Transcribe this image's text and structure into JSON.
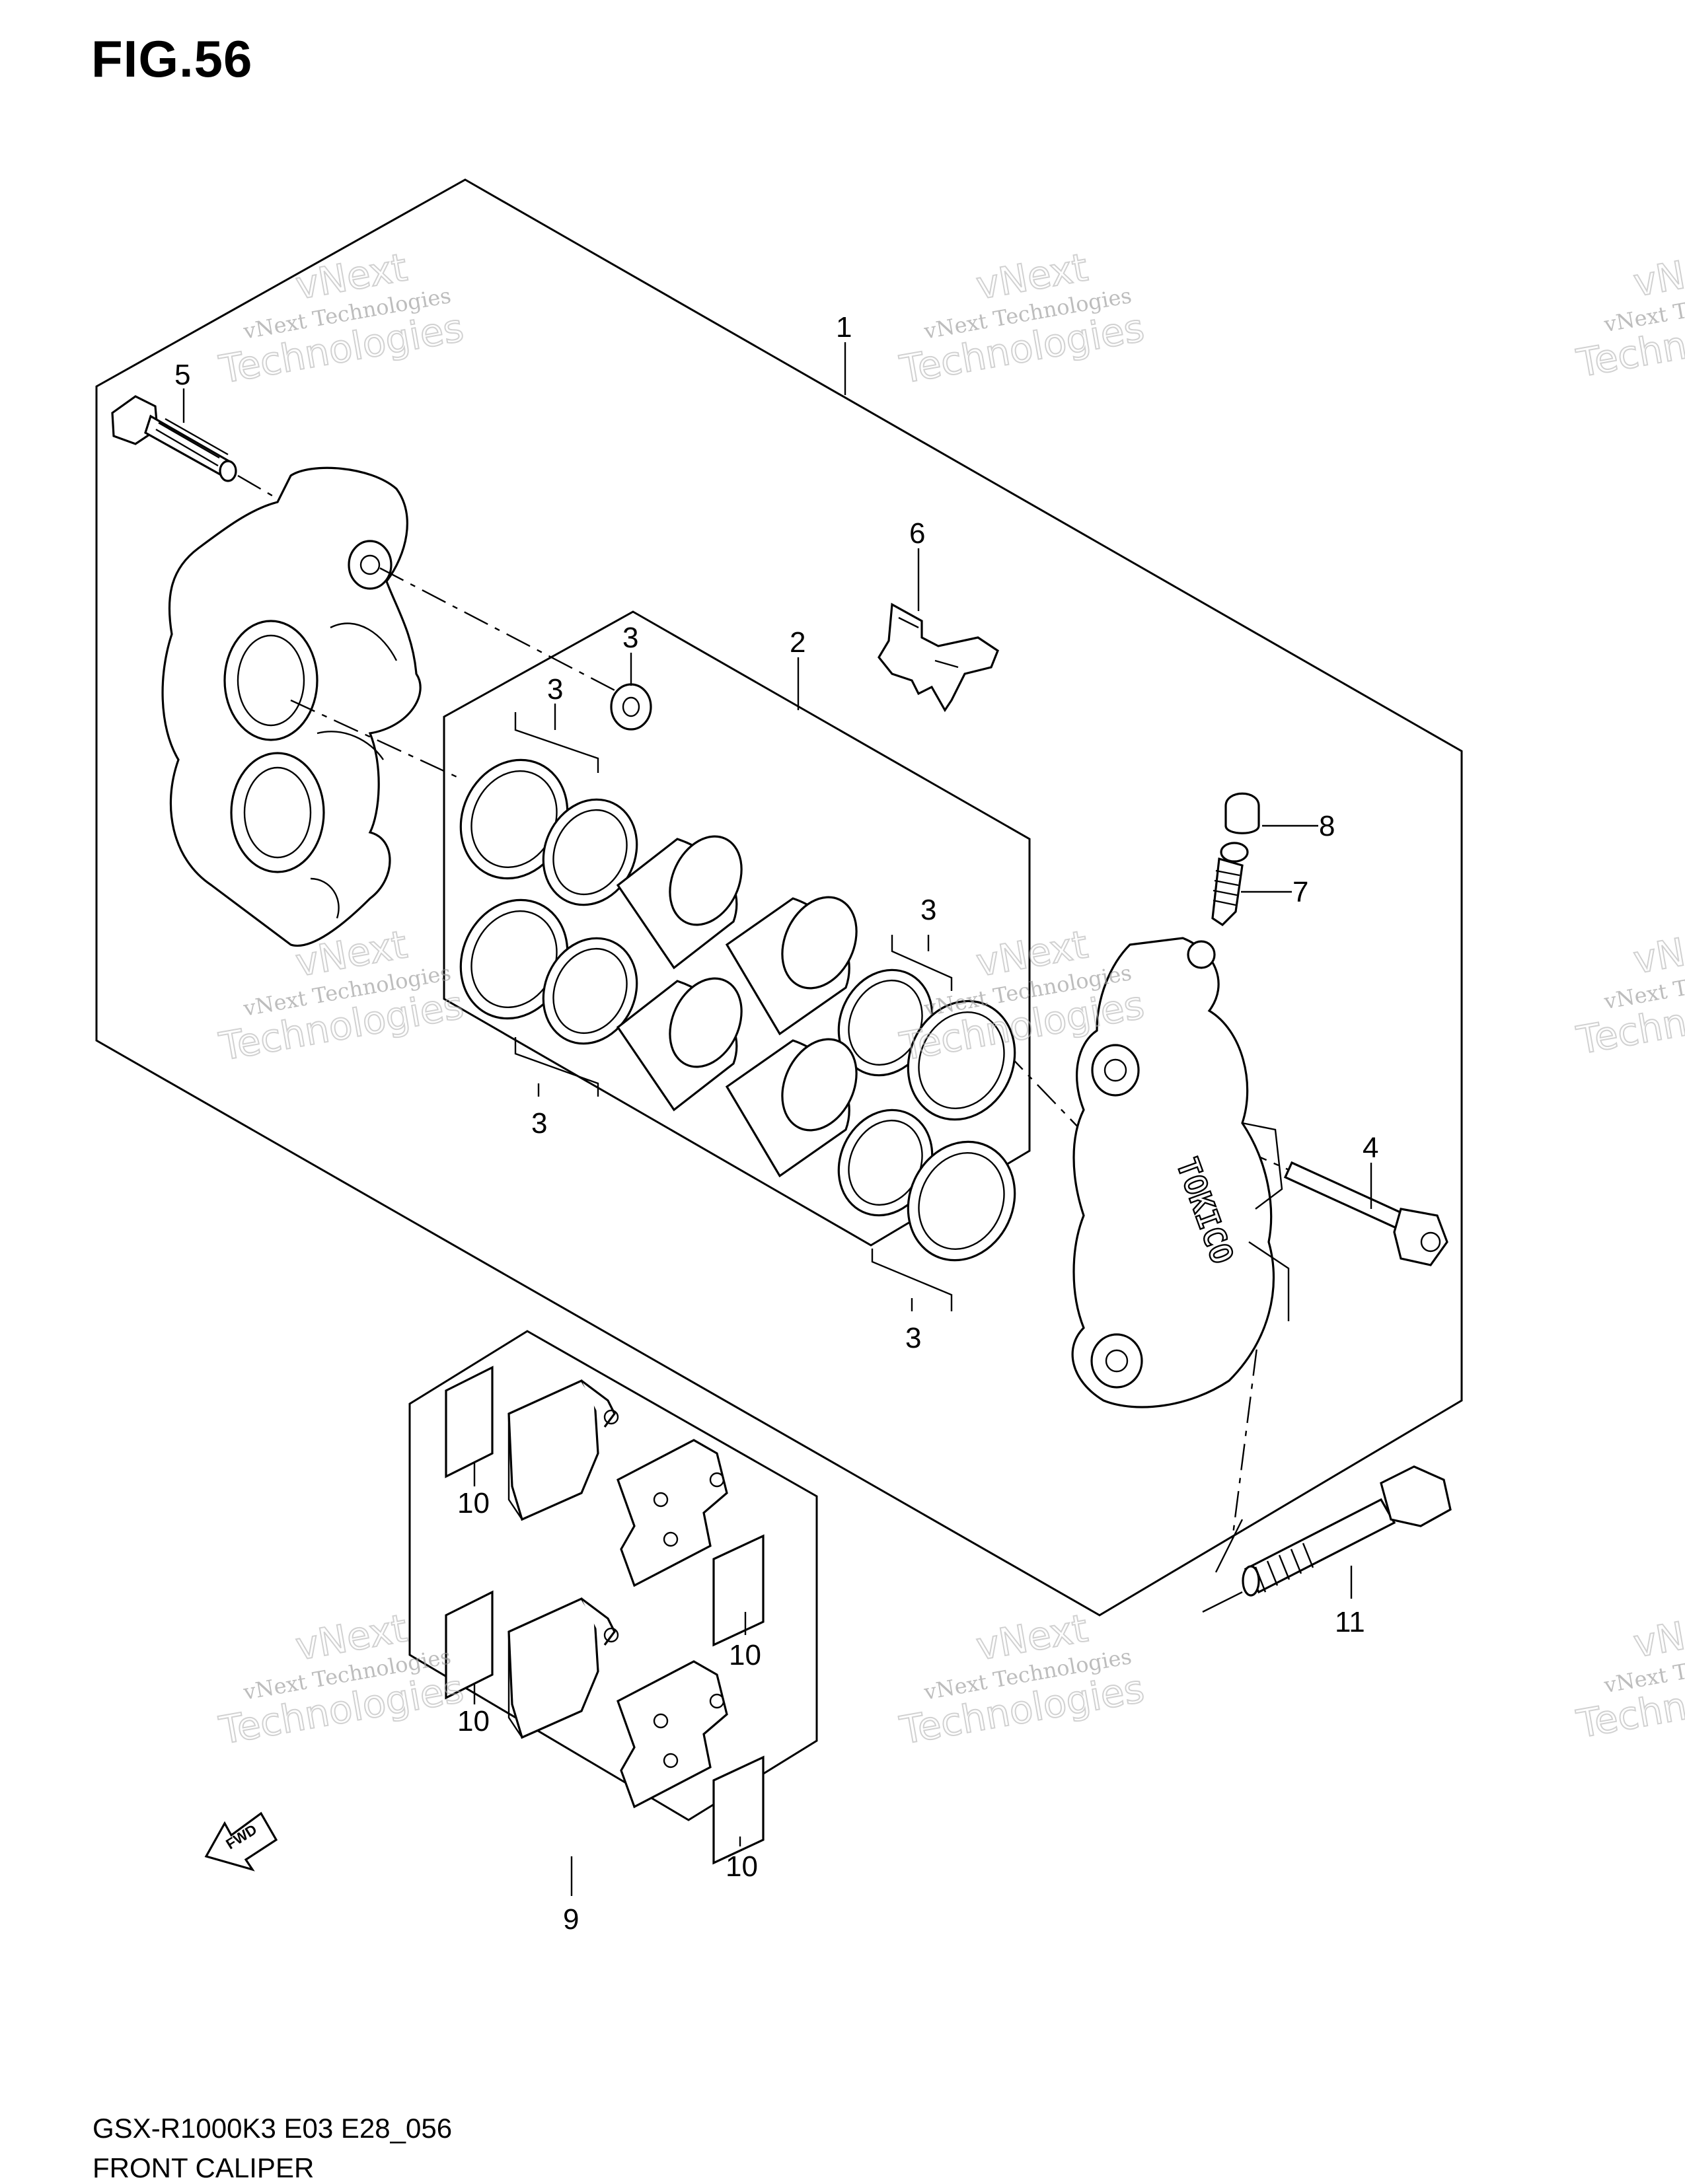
{
  "figure": {
    "title": "FIG.56"
  },
  "footer": {
    "model_code": "GSX-R1000K3 E03 E28_056",
    "caption": "FRONT CALIPER"
  },
  "watermark": {
    "line1": "vNext Technologies",
    "line2": "vNext",
    "line3": "Technologies"
  },
  "callouts": {
    "c1": "1",
    "c2": "2",
    "c3": "3",
    "c4": "4",
    "c5": "5",
    "c6": "6",
    "c7": "7",
    "c8": "8",
    "c9": "9",
    "c10": "10",
    "c11": "11"
  },
  "fwd_label": "FWD"
}
